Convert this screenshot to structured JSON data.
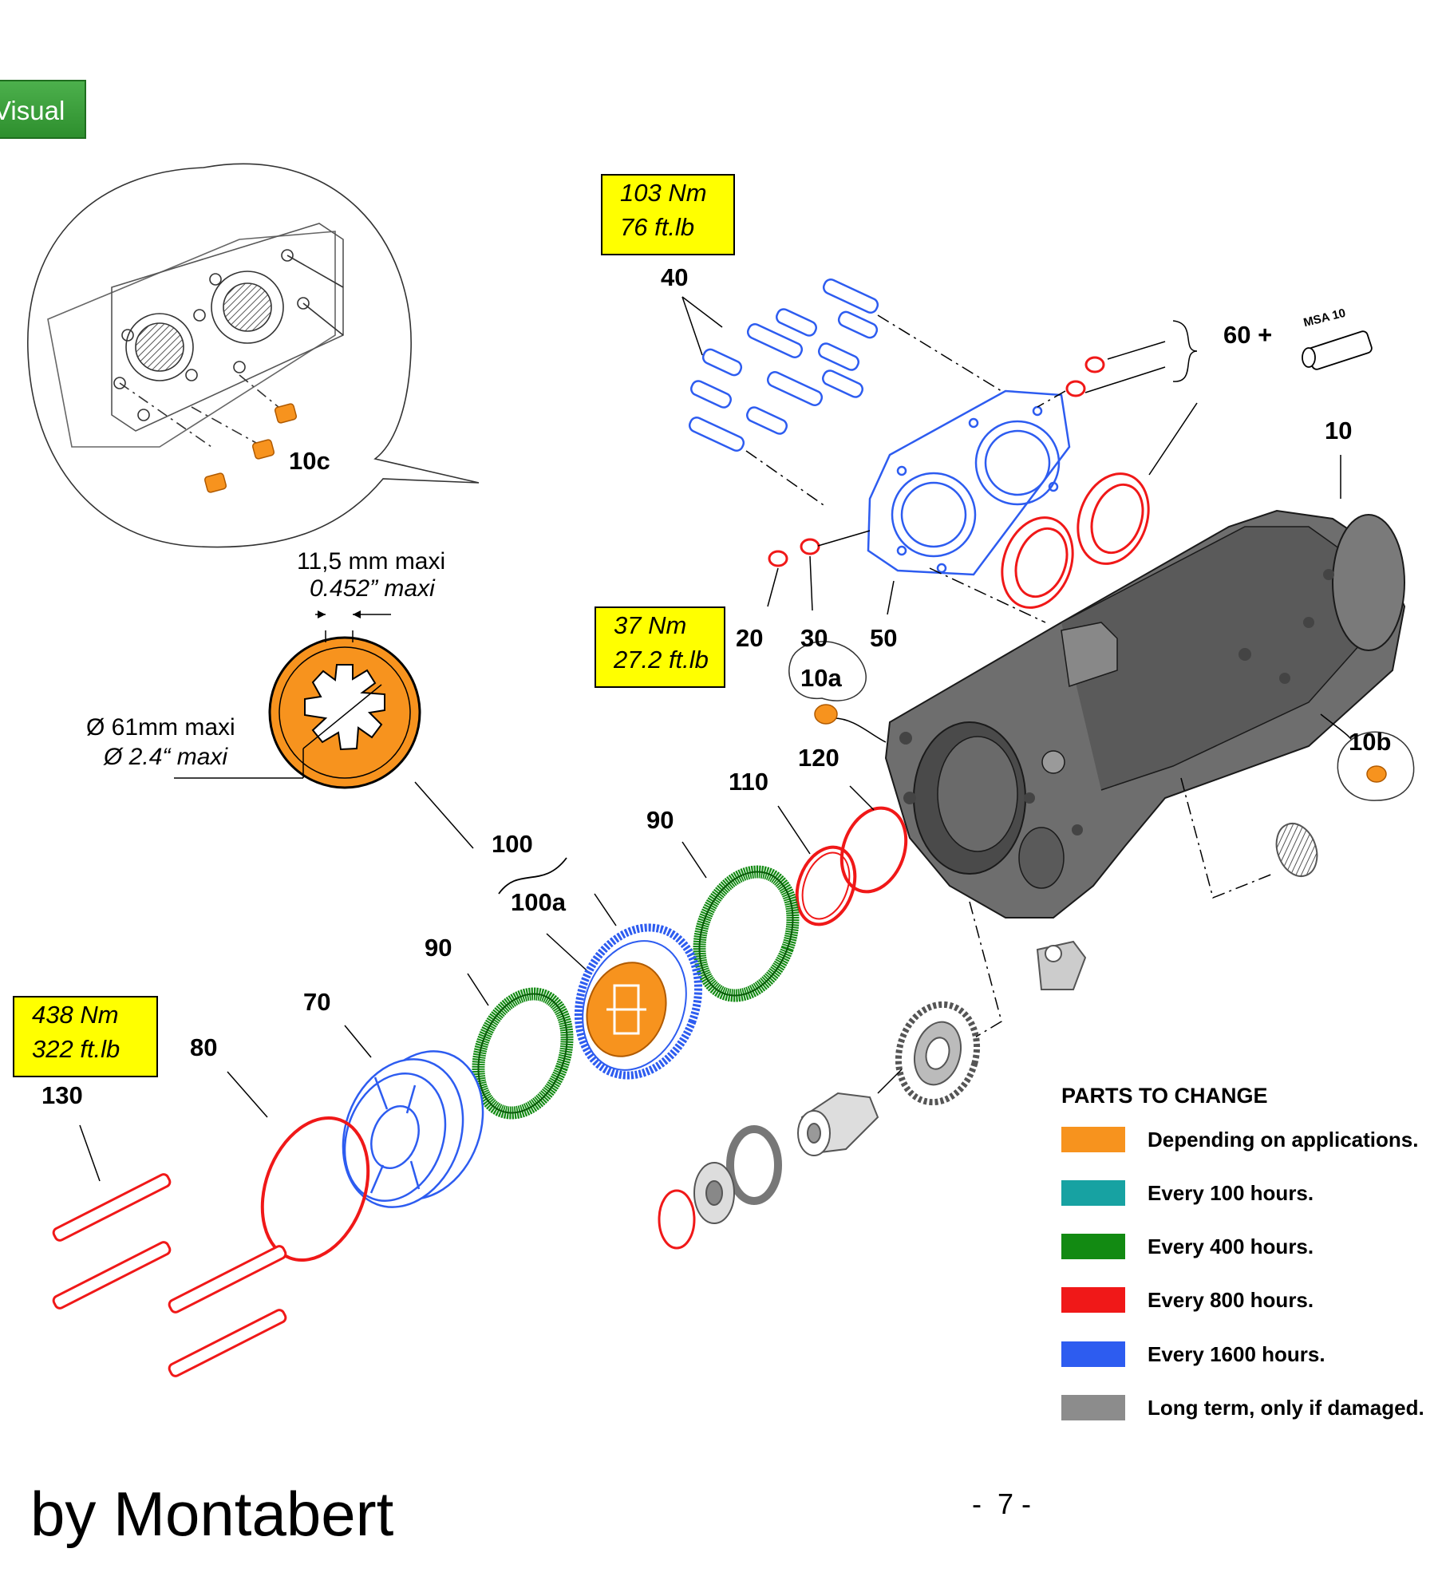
{
  "visual_button": {
    "label": "Visual"
  },
  "torques": [
    {
      "line1": "103 Nm",
      "line2": "76 ft.lb"
    },
    {
      "line1": "37 Nm",
      "line2": "27.2 ft.lb"
    },
    {
      "line1": "438 Nm",
      "line2": "322 ft.lb"
    }
  ],
  "callouts": {
    "c10": "10",
    "c10a": "10a",
    "c10b": "10b",
    "c10c": "10c",
    "c20": "20",
    "c30": "30",
    "c40": "40",
    "c50": "50",
    "c60": "60 +",
    "c70": "70",
    "c80": "80",
    "c90a": "90",
    "c90b": "90",
    "c100": "100",
    "c100a": "100a",
    "c110": "110",
    "c120": "120",
    "c130": "130",
    "msa": "MSA 10"
  },
  "dimensions": {
    "width_mm": "11,5 mm maxi",
    "width_in": "0.452” maxi",
    "dia_mm": "Ø 61mm maxi",
    "dia_in": "Ø 2.4“ maxi"
  },
  "legend": {
    "title": "PARTS TO CHANGE",
    "items": [
      {
        "color": "#f7931e",
        "label": "Depending on applications."
      },
      {
        "color": "#17a2a2",
        "label": "Every 100 hours."
      },
      {
        "color": "#128a12",
        "label": "Every 400 hours."
      },
      {
        "color": "#f01818",
        "label": "Every 800 hours."
      },
      {
        "color": "#2d5cf0",
        "label": "Every 1600 hours."
      },
      {
        "color": "#8c8c8c",
        "label": "Long term, only if damaged."
      }
    ]
  },
  "footer": {
    "brand": "by Montabert",
    "page": "-  7 -"
  }
}
